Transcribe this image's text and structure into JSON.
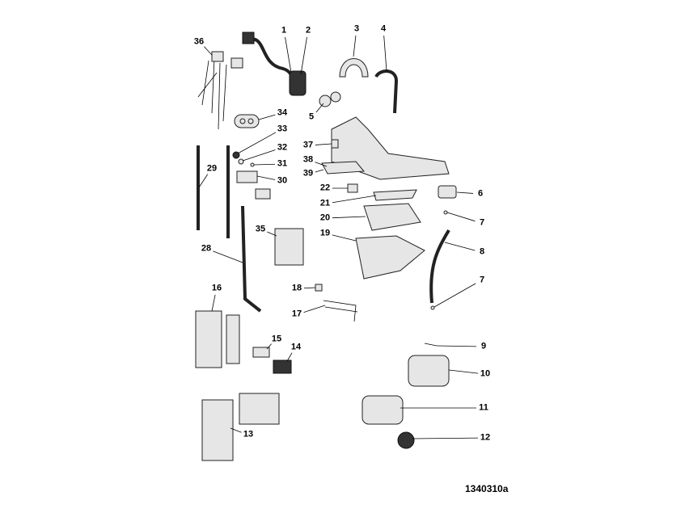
{
  "diagram": {
    "figure_code": "1340310a",
    "part_labels": [
      "1",
      "2",
      "3",
      "4",
      "5",
      "6",
      "7",
      "8",
      "7",
      "9",
      "10",
      "11",
      "12",
      "13",
      "14",
      "15",
      "16",
      "17",
      "18",
      "19",
      "20",
      "21",
      "22",
      "28",
      "29",
      "30",
      "31",
      "32",
      "33",
      "34",
      "35",
      "36",
      "37",
      "38",
      "39"
    ]
  }
}
